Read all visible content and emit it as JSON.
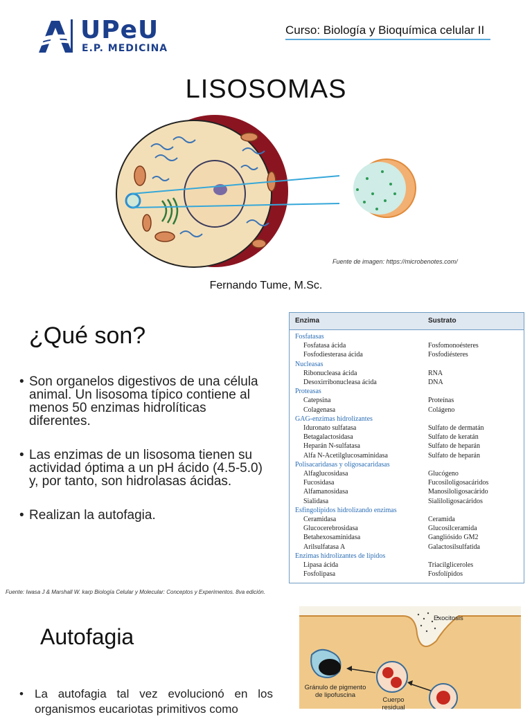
{
  "header": {
    "logo_text": "UPeU",
    "logo_sub": "E.P. MEDICINA",
    "course": "Curso: Biología y Bioquímica celular II"
  },
  "title": "LISOSOMAS",
  "image_source": "Fuente de imagen: https://microbenotes.com/",
  "author": "Fernando Tume, M.Sc.",
  "que_son": {
    "title": "¿Qué son?",
    "bullets": [
      "Son organelos digestivos de una célula animal. Un lisosoma típico contiene al menos 50 enzimas hidrolíticas diferentes.",
      "Las enzimas de un lisosoma tienen su actividad óptima a un pH ácido (4.5-5.0) y, por tanto, son hidrolasas ácidas.",
      "Realizan la autofagia."
    ]
  },
  "enzyme_table": {
    "col_enzyme": "Enzima",
    "col_substrate": "Sustrato",
    "rows": [
      {
        "enzyme": "Fosfatasas",
        "substrate": "",
        "category": true
      },
      {
        "enzyme": "Fosfatasa ácida",
        "substrate": "Fosfomonoésteres",
        "category": false
      },
      {
        "enzyme": "Fosfodiesterasa ácida",
        "substrate": "Fosfodiésteres",
        "category": false
      },
      {
        "enzyme": "Nucleasas",
        "substrate": "",
        "category": true
      },
      {
        "enzyme": "Ribonucleasa ácida",
        "substrate": "RNA",
        "category": false
      },
      {
        "enzyme": "Desoxirribonucleasa ácida",
        "substrate": "DNA",
        "category": false
      },
      {
        "enzyme": "Proteasas",
        "substrate": "",
        "category": true
      },
      {
        "enzyme": "Catepsina",
        "substrate": "Proteínas",
        "category": false
      },
      {
        "enzyme": "Colagenasa",
        "substrate": "Colágeno",
        "category": false
      },
      {
        "enzyme": "GAG-enzimas hidrolizantes",
        "substrate": "",
        "category": true
      },
      {
        "enzyme": "Iduronato sulfatasa",
        "substrate": "Sulfato de dermatán",
        "category": false
      },
      {
        "enzyme": "Betagalactosidasa",
        "substrate": "Sulfato de keratán",
        "category": false
      },
      {
        "enzyme": "Heparán N-sulfatasa",
        "substrate": "Sulfato de heparán",
        "category": false
      },
      {
        "enzyme": "Alfa N-Acetilglucosaminidasa",
        "substrate": "Sulfato de heparán",
        "category": false
      },
      {
        "enzyme": "Polisacaridasas y oligosacaridasas",
        "substrate": "",
        "category": true
      },
      {
        "enzyme": "Alfaglucosidasa",
        "substrate": "Glucógeno",
        "category": false
      },
      {
        "enzyme": "Fucosidasa",
        "substrate": "Fucosiloligosacáridos",
        "category": false
      },
      {
        "enzyme": "Alfamanosidasa",
        "substrate": "Manosiloligosacárido",
        "category": false
      },
      {
        "enzyme": "Sialidasa",
        "substrate": "Sialiloligosacáridos",
        "category": false
      },
      {
        "enzyme": "Esfingolípidos hidrolizando enzimas",
        "substrate": "",
        "category": true
      },
      {
        "enzyme": "Ceramidasa",
        "substrate": "Ceramida",
        "category": false
      },
      {
        "enzyme": "Glucocerebrosidasa",
        "substrate": "Glucosilceramida",
        "category": false
      },
      {
        "enzyme": "Betahexosaminidasa",
        "substrate": "Gangliósido GM2",
        "category": false
      },
      {
        "enzyme": "Arilsulfatasa A",
        "substrate": "Galactosilsulfatida",
        "category": false
      },
      {
        "enzyme": "Enzimas hidrolizantes de lípidos",
        "substrate": "",
        "category": true
      },
      {
        "enzyme": "Lipasa ácida",
        "substrate": "Triacilgliceroles",
        "category": false
      },
      {
        "enzyme": "Fosfolipasa",
        "substrate": "Fosfolípidos",
        "category": false
      }
    ]
  },
  "table_source": "Fuente: Iwasa J & Marshall W. karp Biología Celular y Molecular: Conceptos y Experimentos. 8va edición.",
  "autofagia": {
    "title": "Autofagia",
    "text": "La autofagia tal vez evolucionó en los organismos eucariotas primitivos como",
    "labels": {
      "exocitosis": "Exocitosis",
      "granulo": "Gránulo de pigmento de lipofuscina",
      "cuerpo": "Cuerpo residual"
    }
  },
  "colors": {
    "brand": "#1c3f8c",
    "accent_line": "#5aa9d8",
    "category_text": "#2a6db5"
  }
}
